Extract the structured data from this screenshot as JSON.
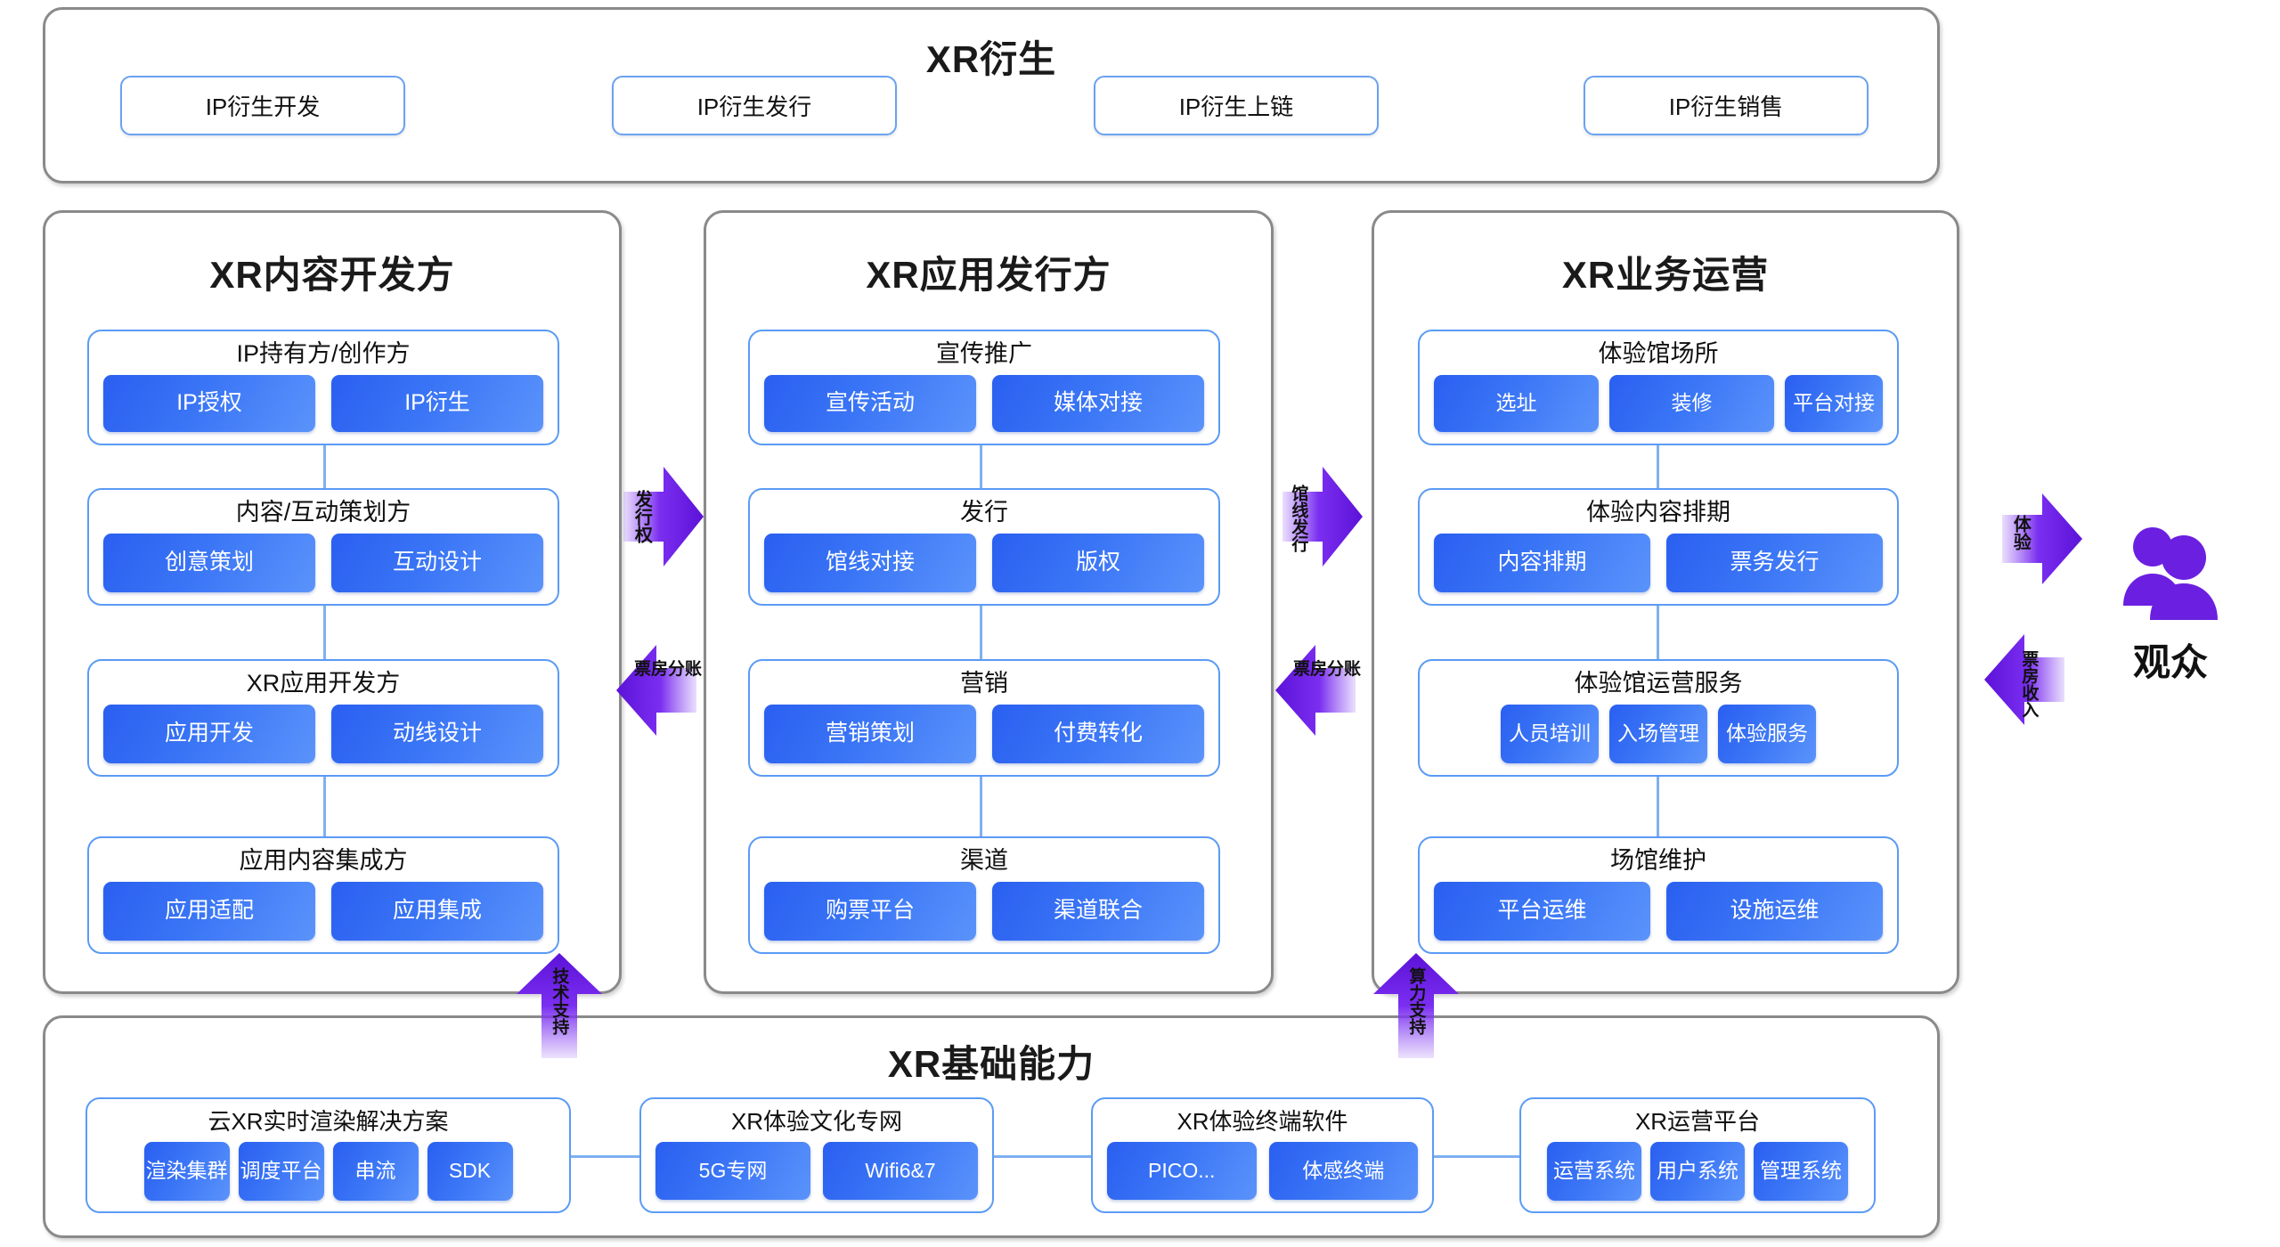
{
  "top_section": {
    "title": "XR衍生",
    "buttons": [
      {
        "label": "IP衍生开发"
      },
      {
        "label": "IP衍生发行"
      },
      {
        "label": "IP衍生上链"
      },
      {
        "label": "IP衍生销售"
      }
    ]
  },
  "columns": [
    {
      "title": "XR内容开发方",
      "groups": [
        {
          "title": "IP持有方/创作方",
          "chips": [
            "IP授权",
            "IP衍生"
          ]
        },
        {
          "title": "内容/互动策划方",
          "chips": [
            "创意策划",
            "互动设计"
          ]
        },
        {
          "title": "XR应用开发方",
          "chips": [
            "应用开发",
            "动线设计"
          ]
        },
        {
          "title": "应用内容集成方",
          "chips": [
            "应用适配",
            "应用集成"
          ]
        }
      ]
    },
    {
      "title": "XR应用发行方",
      "groups": [
        {
          "title": "宣传推广",
          "chips": [
            "宣传活动",
            "媒体对接"
          ]
        },
        {
          "title": "发行",
          "chips": [
            "馆线对接",
            "版权"
          ]
        },
        {
          "title": "营销",
          "chips": [
            "营销策划",
            "付费转化"
          ]
        },
        {
          "title": "渠道",
          "chips": [
            "购票平台",
            "渠道联合"
          ]
        }
      ]
    },
    {
      "title": "XR业务运营",
      "groups": [
        {
          "title": "体验馆场所",
          "chips": [
            "选址",
            "装修",
            "平台对接"
          ]
        },
        {
          "title": "体验内容排期",
          "chips": [
            "内容排期",
            "票务发行"
          ]
        },
        {
          "title": "体验馆运营服务",
          "chips": [
            "人员培训",
            "入场管理",
            "体验服务"
          ]
        },
        {
          "title": "场馆维护",
          "chips": [
            "平台运维",
            "设施运维"
          ]
        }
      ]
    }
  ],
  "bottom_section": {
    "title": "XR基础能力",
    "groups": [
      {
        "title": "云XR实时渲染解决方案",
        "chips": [
          "渲染集群",
          "调度平台",
          "串流",
          "SDK"
        ]
      },
      {
        "title": "XR体验文化专网",
        "chips": [
          "5G专网",
          "Wifi6&7"
        ]
      },
      {
        "title": "XR体验终端软件",
        "chips": [
          "PICO...",
          "体感终端"
        ]
      },
      {
        "title": "XR运营平台",
        "chips": [
          "运营系统",
          "用户系统",
          "管理系统"
        ]
      }
    ]
  },
  "arrows": [
    {
      "id": "dev-to-pub",
      "label": "发行权",
      "direction": "right"
    },
    {
      "id": "pub-to-dev",
      "label": "票房分账",
      "direction": "left"
    },
    {
      "id": "pub-to-ops",
      "label": "馆线发行",
      "direction": "right"
    },
    {
      "id": "ops-to-pub",
      "label": "票房分账",
      "direction": "left"
    },
    {
      "id": "ops-to-audience",
      "label": "体验",
      "direction": "right"
    },
    {
      "id": "audience-to-ops",
      "label": "票房收入",
      "direction": "left"
    },
    {
      "id": "base-to-dev",
      "label": "技术支持",
      "direction": "up"
    },
    {
      "id": "base-to-ops",
      "label": "算力支持",
      "direction": "up"
    }
  ],
  "audience": {
    "label": "观众",
    "icon": "users-icon"
  },
  "colors": {
    "chip_gradient_start": "#2a5ff0",
    "chip_gradient_end": "#5b93fb",
    "inner_border": "#5b9bf5",
    "outer_border": "#8a8a8a",
    "arrow_purple": "#6b1fe0",
    "connector": "#7fb0f0"
  }
}
